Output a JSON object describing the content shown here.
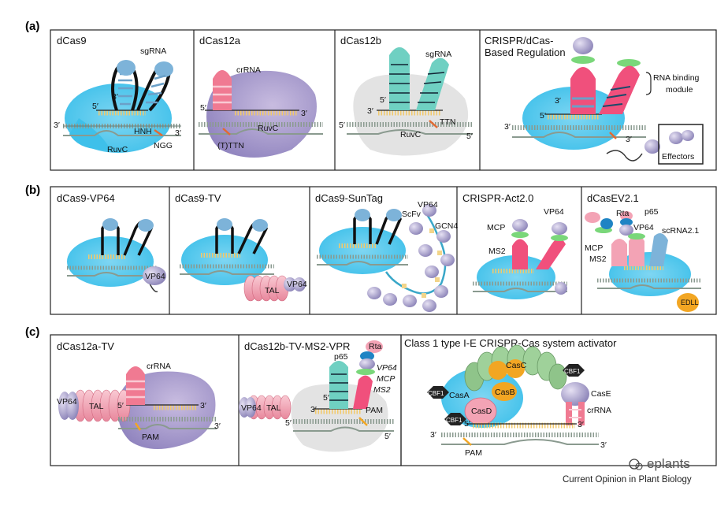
{
  "sections": {
    "a": "(a)",
    "b": "(b)",
    "c": "(c)"
  },
  "panel_a": {
    "p1": {
      "title": "dCas9",
      "sgrna": "sgRNA",
      "p5": "5′",
      "p3a": "3′",
      "p3b": "3′",
      "p3c": "3′",
      "hnh": "HNH",
      "ruvc": "RuvC",
      "ngg": "NGG"
    },
    "p2": {
      "title": "dCas12a",
      "crrna": "crRNA",
      "p5": "5′",
      "p3": "3′",
      "ruvc": "RuvC",
      "ttn": "(T)TTN"
    },
    "p3": {
      "title": "dCas12b",
      "sgrna": "sgRNA",
      "p5a": "5′",
      "p3a": "3′",
      "ttn": "TTN",
      "p5b": "5′",
      "p5c": "5′",
      "ruvc": "RuvC"
    },
    "p4": {
      "title1": "CRISPR/dCas-",
      "title2": "Based Regulation",
      "rbm1": "RNA binding",
      "rbm2": "module",
      "p3a": "3′",
      "p5": "5′",
      "p3b": "3′",
      "p3c": "3′",
      "effectors": "Effectors"
    }
  },
  "panel_b": {
    "p1": {
      "title": "dCas9-VP64",
      "vp64": "VP64"
    },
    "p2": {
      "title": "dCas9-TV",
      "tal": "TAL",
      "vp64": "VP64"
    },
    "p3": {
      "title": "dCas9-SunTag",
      "vp64": "VP64",
      "scfv": "ScFv",
      "gcn4": "GCN4"
    },
    "p4": {
      "title": "CRISPR-Act2.0",
      "vp64": "VP64",
      "mcp": "MCP",
      "ms2": "MS2"
    },
    "p5": {
      "title": "dCasEV2.1",
      "rta": "Rta",
      "p65": "p65",
      "vp64": "VP64",
      "mcp": "MCP",
      "ms2": "MS2",
      "scrna": "scRNA2.1",
      "edll": "EDLL"
    }
  },
  "panel_c": {
    "p1": {
      "title": "dCas12a-TV",
      "crrna": "crRNA",
      "vp64": "VP64",
      "tal": "TAL",
      "p5": "5′",
      "p3": "3′",
      "pam": "PAM",
      "p3b": "3′"
    },
    "p2": {
      "title": "dCas12b-TV-MS2-VPR",
      "rta": "Rta",
      "p65": "p65",
      "vp64": "VP64",
      "mcp": "MCP",
      "ms2": "MS2",
      "vp64b": "VP64",
      "tal": "TAL",
      "p5": "5′",
      "p3": "3′",
      "pam": "PAM",
      "p5b": "5′",
      "p5c": "5′"
    },
    "p3": {
      "title": "Class 1 type I-E CRISPR-Cas system activator",
      "casc": "CasC",
      "casa": "CasA",
      "casb": "CasB",
      "casd": "CasD",
      "case": "CasE",
      "cbf1a": "CBF1",
      "cbf1b": "CBF1",
      "cbf1c": "CBF1",
      "crrna": "crRNA",
      "p5": "5′",
      "p3a": "3′",
      "p3b": "3′",
      "p3c": "3′",
      "pam": "PAM"
    }
  },
  "footer": {
    "watermark": "eplants",
    "credit": "Current Opinion in Plant Biology"
  }
}
